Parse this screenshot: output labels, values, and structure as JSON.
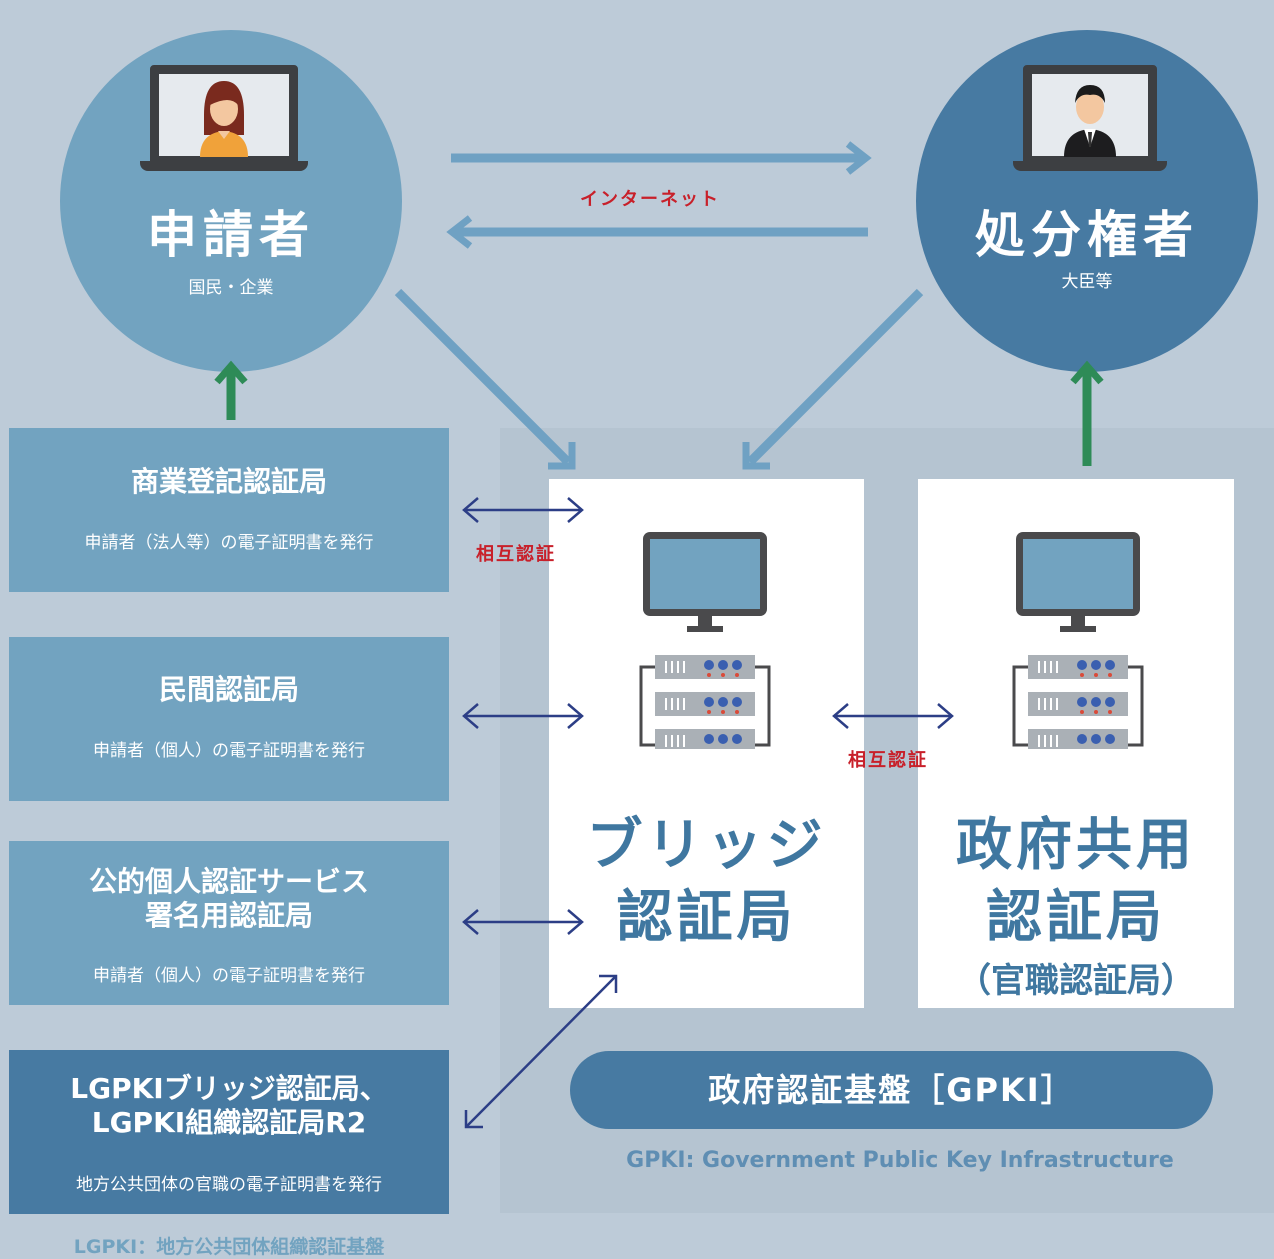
{
  "applicant": {
    "title": "申請者",
    "subtitle": "国民・企業"
  },
  "authority": {
    "title": "処分権者",
    "subtitle": "大臣等"
  },
  "internet_label": "インターネット",
  "mutual_auth_label": "相互認証",
  "mutual_auth_label_2": "相互認証",
  "left_cas": [
    {
      "title": "商業登記認証局",
      "desc": "申請者（法人等）の電子証明書を発行"
    },
    {
      "title": "民間認証局",
      "desc": "申請者（個人）の電子証明書を発行"
    },
    {
      "title_line1": "公的個人認証サービス",
      "title_line2": "署名用認証局",
      "desc": "申請者（個人）の電子証明書を発行"
    },
    {
      "title_line1": "LGPKIブリッジ認証局、",
      "title_line2": "LGPKI組織認証局R2",
      "desc": "地方公共団体の官職の電子証明書を発行"
    }
  ],
  "bridge_ca": {
    "line1": "ブリッジ",
    "line2": "認証局"
  },
  "gov_ca": {
    "line1": "政府共用",
    "line2": "認証局",
    "line3": "（官職認証局）"
  },
  "gpki_pill": "政府認証基盤［GPKI］",
  "gpki_note": "GPKI: Government Public Key Infrastructure",
  "lgpki_note": "LGPKI：地方公共団体組織認証基盤",
  "colors": {
    "background": "#bdcbd8",
    "light_blue": "#72a3c0",
    "dark_blue": "#477aa2",
    "arrow_light": "#6fa1c3",
    "arrow_green": "#2e8b57",
    "arrow_navy": "#2c3e86",
    "accent_red": "#c8202a"
  }
}
